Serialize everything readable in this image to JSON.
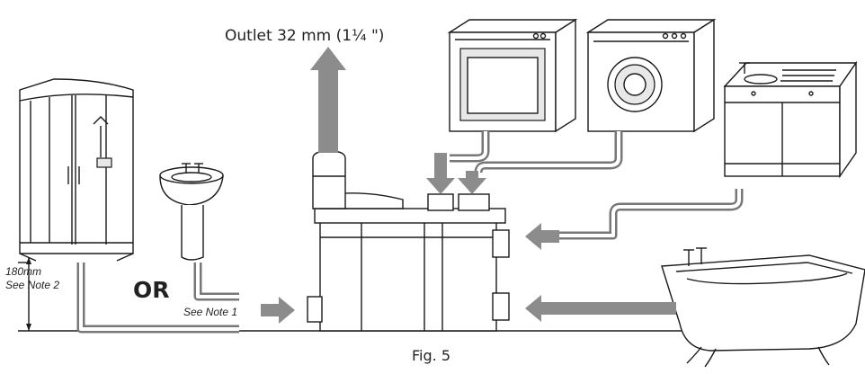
{
  "labels": {
    "outlet": "Outlet 32 mm (1¼ \")",
    "height_value": "180mm",
    "height_note": "See Note 2",
    "or": "OR",
    "note1": "See Note 1",
    "figure": "Fig. 5"
  },
  "colors": {
    "arrow": "#8c8c8c",
    "pipe": "#777777",
    "line": "#1a1a1a"
  }
}
